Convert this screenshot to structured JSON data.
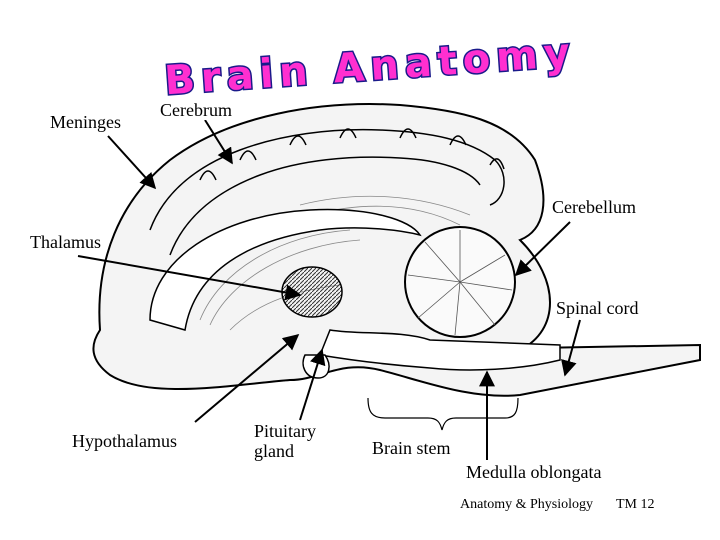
{
  "title": "Brain Anatomy",
  "labels": {
    "meninges": "Meninges",
    "cerebrum": "Cerebrum",
    "cerebellum": "Cerebellum",
    "thalamus": "Thalamus",
    "spinal_cord": "Spinal cord",
    "hypothalamus": "Hypothalamus",
    "pituitary_gland": "Pituitary gland",
    "brain_stem": "Brain stem",
    "medulla_oblongata": "Medulla oblongata"
  },
  "footer": {
    "course": "Anatomy & Physiology",
    "code": "TM 12"
  },
  "colors": {
    "title_fill": "#ff2fd0",
    "title_outline": "#1a1a8a"
  }
}
